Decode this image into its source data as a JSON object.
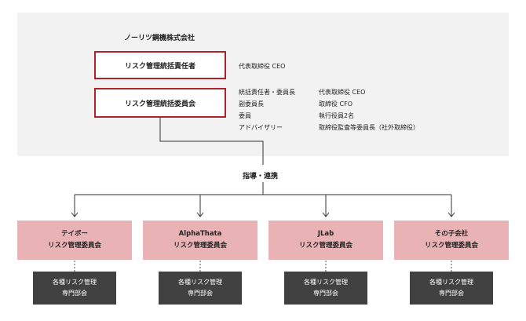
{
  "company": "ノーリツ鋼機株式会社",
  "top_box": {
    "label": "リスク管理統括責任者",
    "note": "代表取締役 CEO"
  },
  "committee_box": {
    "label": "リスク管理統括委員会"
  },
  "committee_members": [
    {
      "role": "統括責任者・委員長",
      "person": "代表取締役 CEO"
    },
    {
      "role": "副委員長",
      "person": "取締役 CFO"
    },
    {
      "role": "委員",
      "person": "執行役員2名"
    },
    {
      "role": "アドバイザリー",
      "person": "取締役監査等委員長（社外取締役）"
    }
  ],
  "guidance_label": "指導・連携",
  "subsidiaries": [
    {
      "name": "テイボー",
      "committee": "リスク管理委員会",
      "dept_line1": "各種リスク管理",
      "dept_line2": "専門部会"
    },
    {
      "name": "AlphaThata",
      "committee": "リスク管理委員会",
      "dept_line1": "各種リスク管理",
      "dept_line2": "専門部会"
    },
    {
      "name": "JLab",
      "committee": "リスク管理委員会",
      "dept_line1": "各種リスク管理",
      "dept_line2": "専門部会"
    },
    {
      "name": "その子会社",
      "committee": "リスク管理委員会",
      "dept_line1": "各種リスク管理",
      "dept_line2": "専門部会"
    }
  ],
  "colors": {
    "accent_red": "#b0222a",
    "sub_fill": "#e9b3b5",
    "dept_fill": "#414141",
    "panel": "#f2f2f2"
  }
}
